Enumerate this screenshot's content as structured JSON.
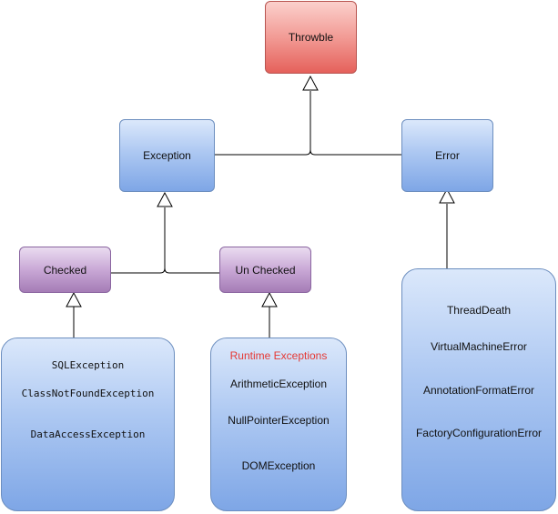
{
  "nodes": {
    "throwable": "Throwble",
    "exception": "Exception",
    "error": "Error",
    "checked": "Checked",
    "unchecked": "Un Checked"
  },
  "checked_examples": [
    "SQLException",
    "ClassNotFoundException",
    "DataAccessException"
  ],
  "unchecked_examples": {
    "heading": "Runtime Exceptions",
    "items": [
      "ArithmeticException",
      "NullPointerException",
      "DOMException"
    ]
  },
  "error_examples": [
    "ThreadDeath",
    "VirtualMachineError",
    "AnnotationFormatError",
    "FactoryConfigurationError"
  ],
  "colors": {
    "throwable_fill": "#e5615b",
    "class_fill": "#7ea6e6",
    "category_fill": "#a57cb6",
    "line": "#000000",
    "highlight_text": "#e53935"
  }
}
